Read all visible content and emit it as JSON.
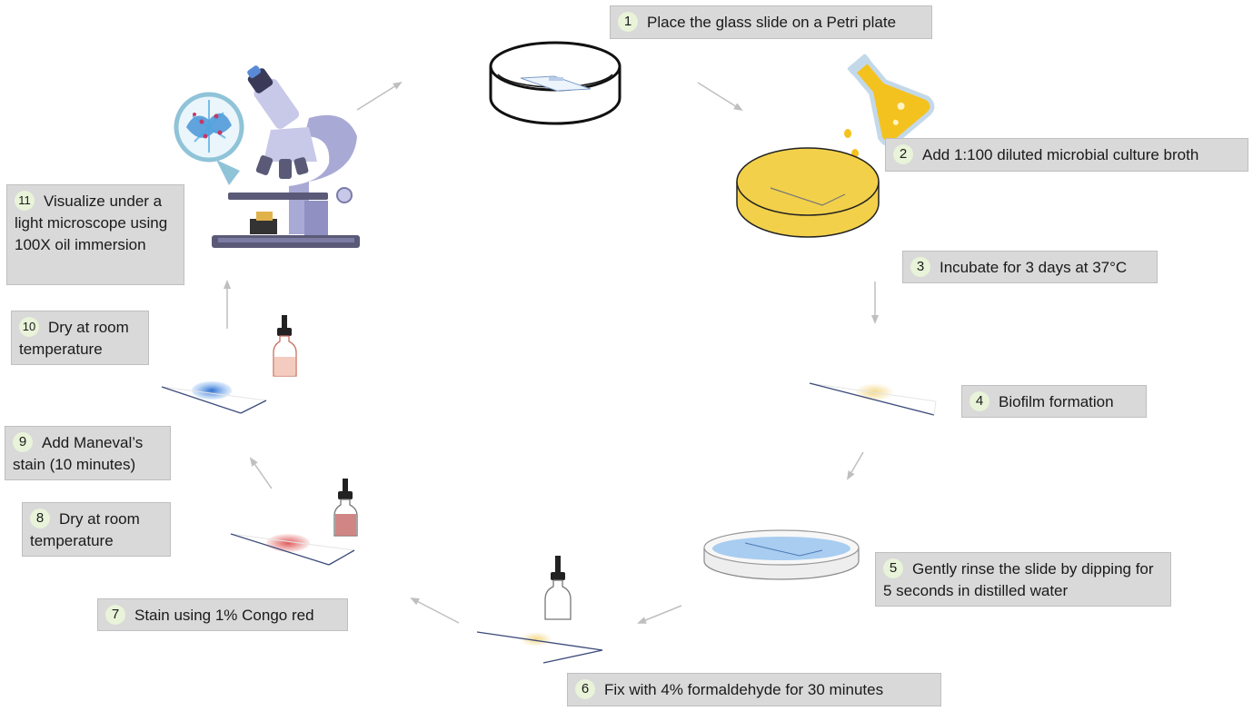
{
  "colors": {
    "box_fill": "#d9d9d9",
    "badge_fill": "#e8f3d9",
    "arrow": "#bfbfbf",
    "broth_yellow": "#f2d04a",
    "water_blue": "#a8cdf0",
    "congo_red": "#e05a5a",
    "maneval_blue": "#3a7fd8",
    "microscope_purple": "#a9a9d6"
  },
  "steps": [
    {
      "num": "1",
      "text": "Place the glass slide on a Petri plate"
    },
    {
      "num": "2",
      "text": "Add 1:100 diluted microbial culture broth"
    },
    {
      "num": "3",
      "text": "Incubate for 3 days at 37°C"
    },
    {
      "num": "4",
      "text": "Biofilm formation"
    },
    {
      "num": "5",
      "text": "Gently rinse the slide by dipping for 5 seconds in distilled water"
    },
    {
      "num": "6",
      "text": "Fix with 4% formaldehyde for 30 minutes"
    },
    {
      "num": "7",
      "text": "Stain using 1% Congo red"
    },
    {
      "num": "8",
      "text": "Dry at room temperature"
    },
    {
      "num": "9",
      "text": "Add Maneval’s stain (10 minutes)"
    },
    {
      "num": "10",
      "text": "Dry at room temperature"
    },
    {
      "num": "11",
      "text": "Visualize under a light microscope using 100X oil immersion"
    }
  ],
  "icons": {
    "petri_empty": "petri-dish-empty-icon",
    "flask": "pouring-flask-icon",
    "petri_broth": "petri-dish-broth-icon",
    "slide_biofilm": "slide-biofilm-icon",
    "petri_water": "petri-dish-water-icon",
    "dropper_fix": "dropper-bottle-clear-icon",
    "dropper_red": "dropper-bottle-red-icon",
    "dropper_pink": "dropper-bottle-pink-icon",
    "microscope": "microscope-icon"
  }
}
